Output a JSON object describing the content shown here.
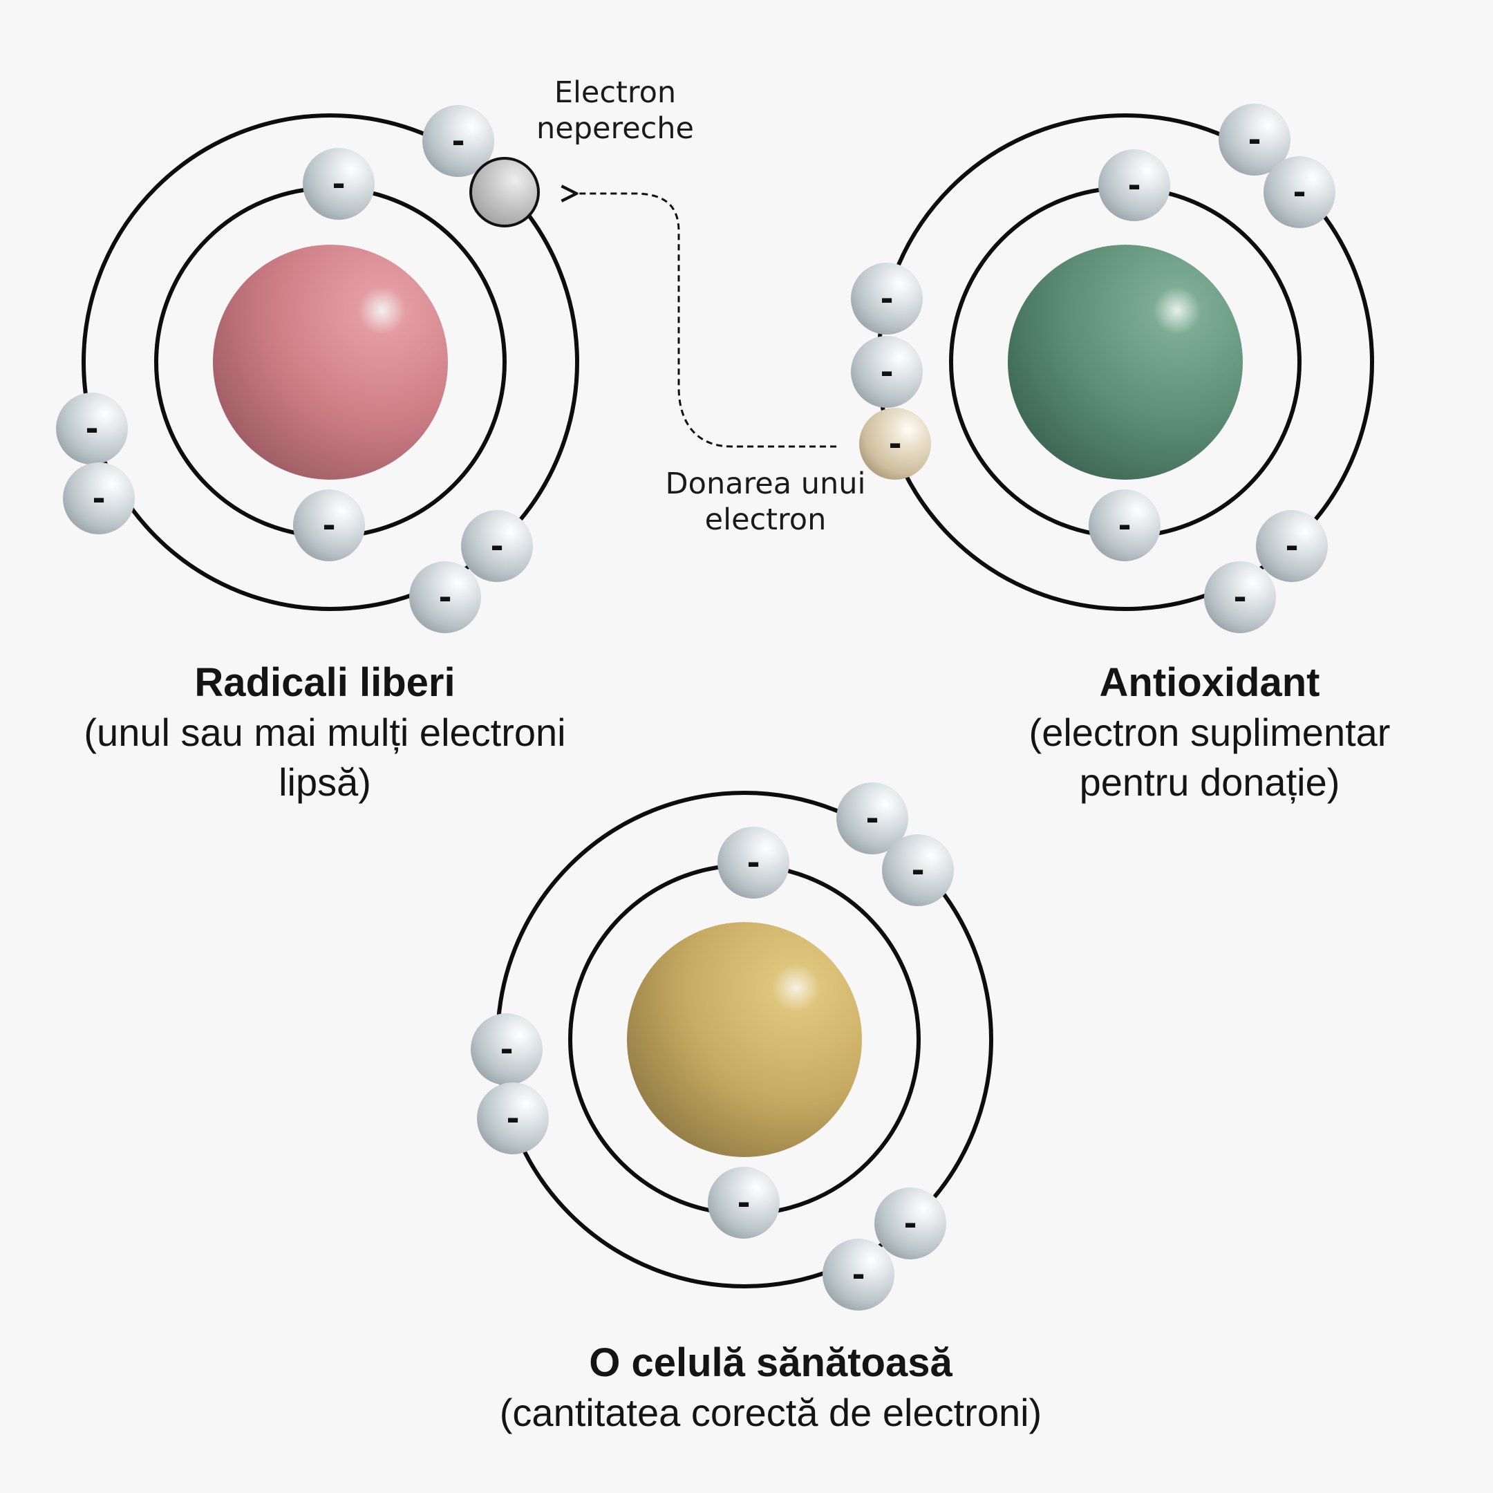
{
  "electron_symbol": "-",
  "colors": {
    "background": "#f7f7f7",
    "free_radical_nucleus": "#d07a82",
    "antioxidant_nucleus": "#5e9479",
    "healthy_nucleus": "#c4aa5e",
    "electron": "#c9d1d3",
    "unpaired_electron": "#b9b9b9",
    "donated_electron": "#d8c8a8"
  },
  "annotations": {
    "unpaired": "Electron\nnepereche",
    "donation": "Donarea unui\nelectron"
  },
  "atoms": [
    {
      "id": "free-radical",
      "title": "Radicali liberi",
      "subtitle": "(unul sau mai mulți electroni\nlipsă)"
    },
    {
      "id": "antioxidant",
      "title": "Antioxidant",
      "subtitle": "(electron suplimentar\npentru donație)"
    },
    {
      "id": "healthy-cell",
      "title": "O celulă sănătoasă",
      "subtitle": "(cantitatea corectă de electroni)"
    }
  ]
}
